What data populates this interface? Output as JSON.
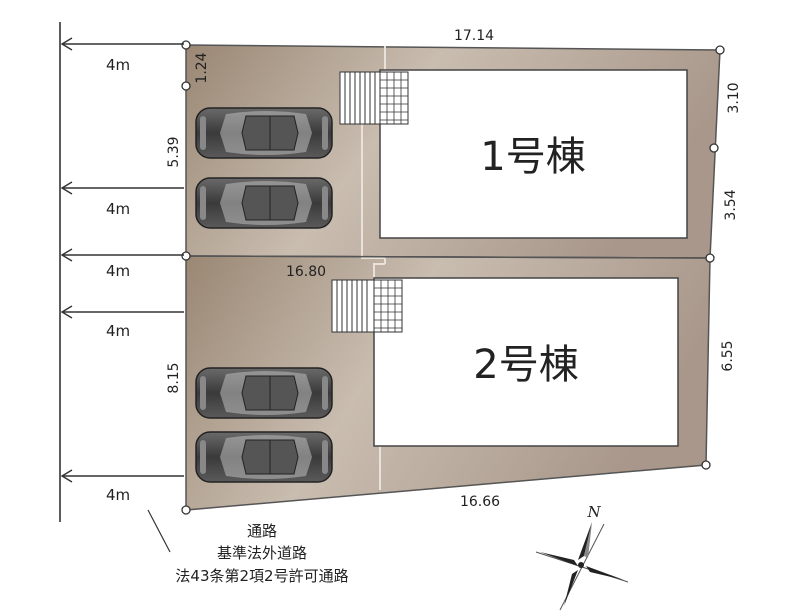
{
  "road": {
    "width_label": "4m",
    "note_lines": [
      "通路",
      "基準法外道路",
      "法43条第2項2号許可通路"
    ]
  },
  "boundary_dimensions": {
    "top": "17.14",
    "middle": "16.80",
    "bottom": "16.66",
    "left_top_small": "1.24",
    "left_lot1": "5.39",
    "left_lot2": "8.15",
    "right_upper": "3.10",
    "right_lower_lot1": "3.54",
    "right_lot2": "6.55"
  },
  "buildings": {
    "lot1": "1号棟",
    "lot2": "2号棟"
  },
  "compass": {
    "north_label": "N"
  },
  "colors": {
    "lot_fill": "#9b8b78",
    "lot_fill_light": "#c8bcae",
    "building_fill": "#ffffff",
    "car_body": "#4a4a4a",
    "stairs": "#ffffff"
  }
}
